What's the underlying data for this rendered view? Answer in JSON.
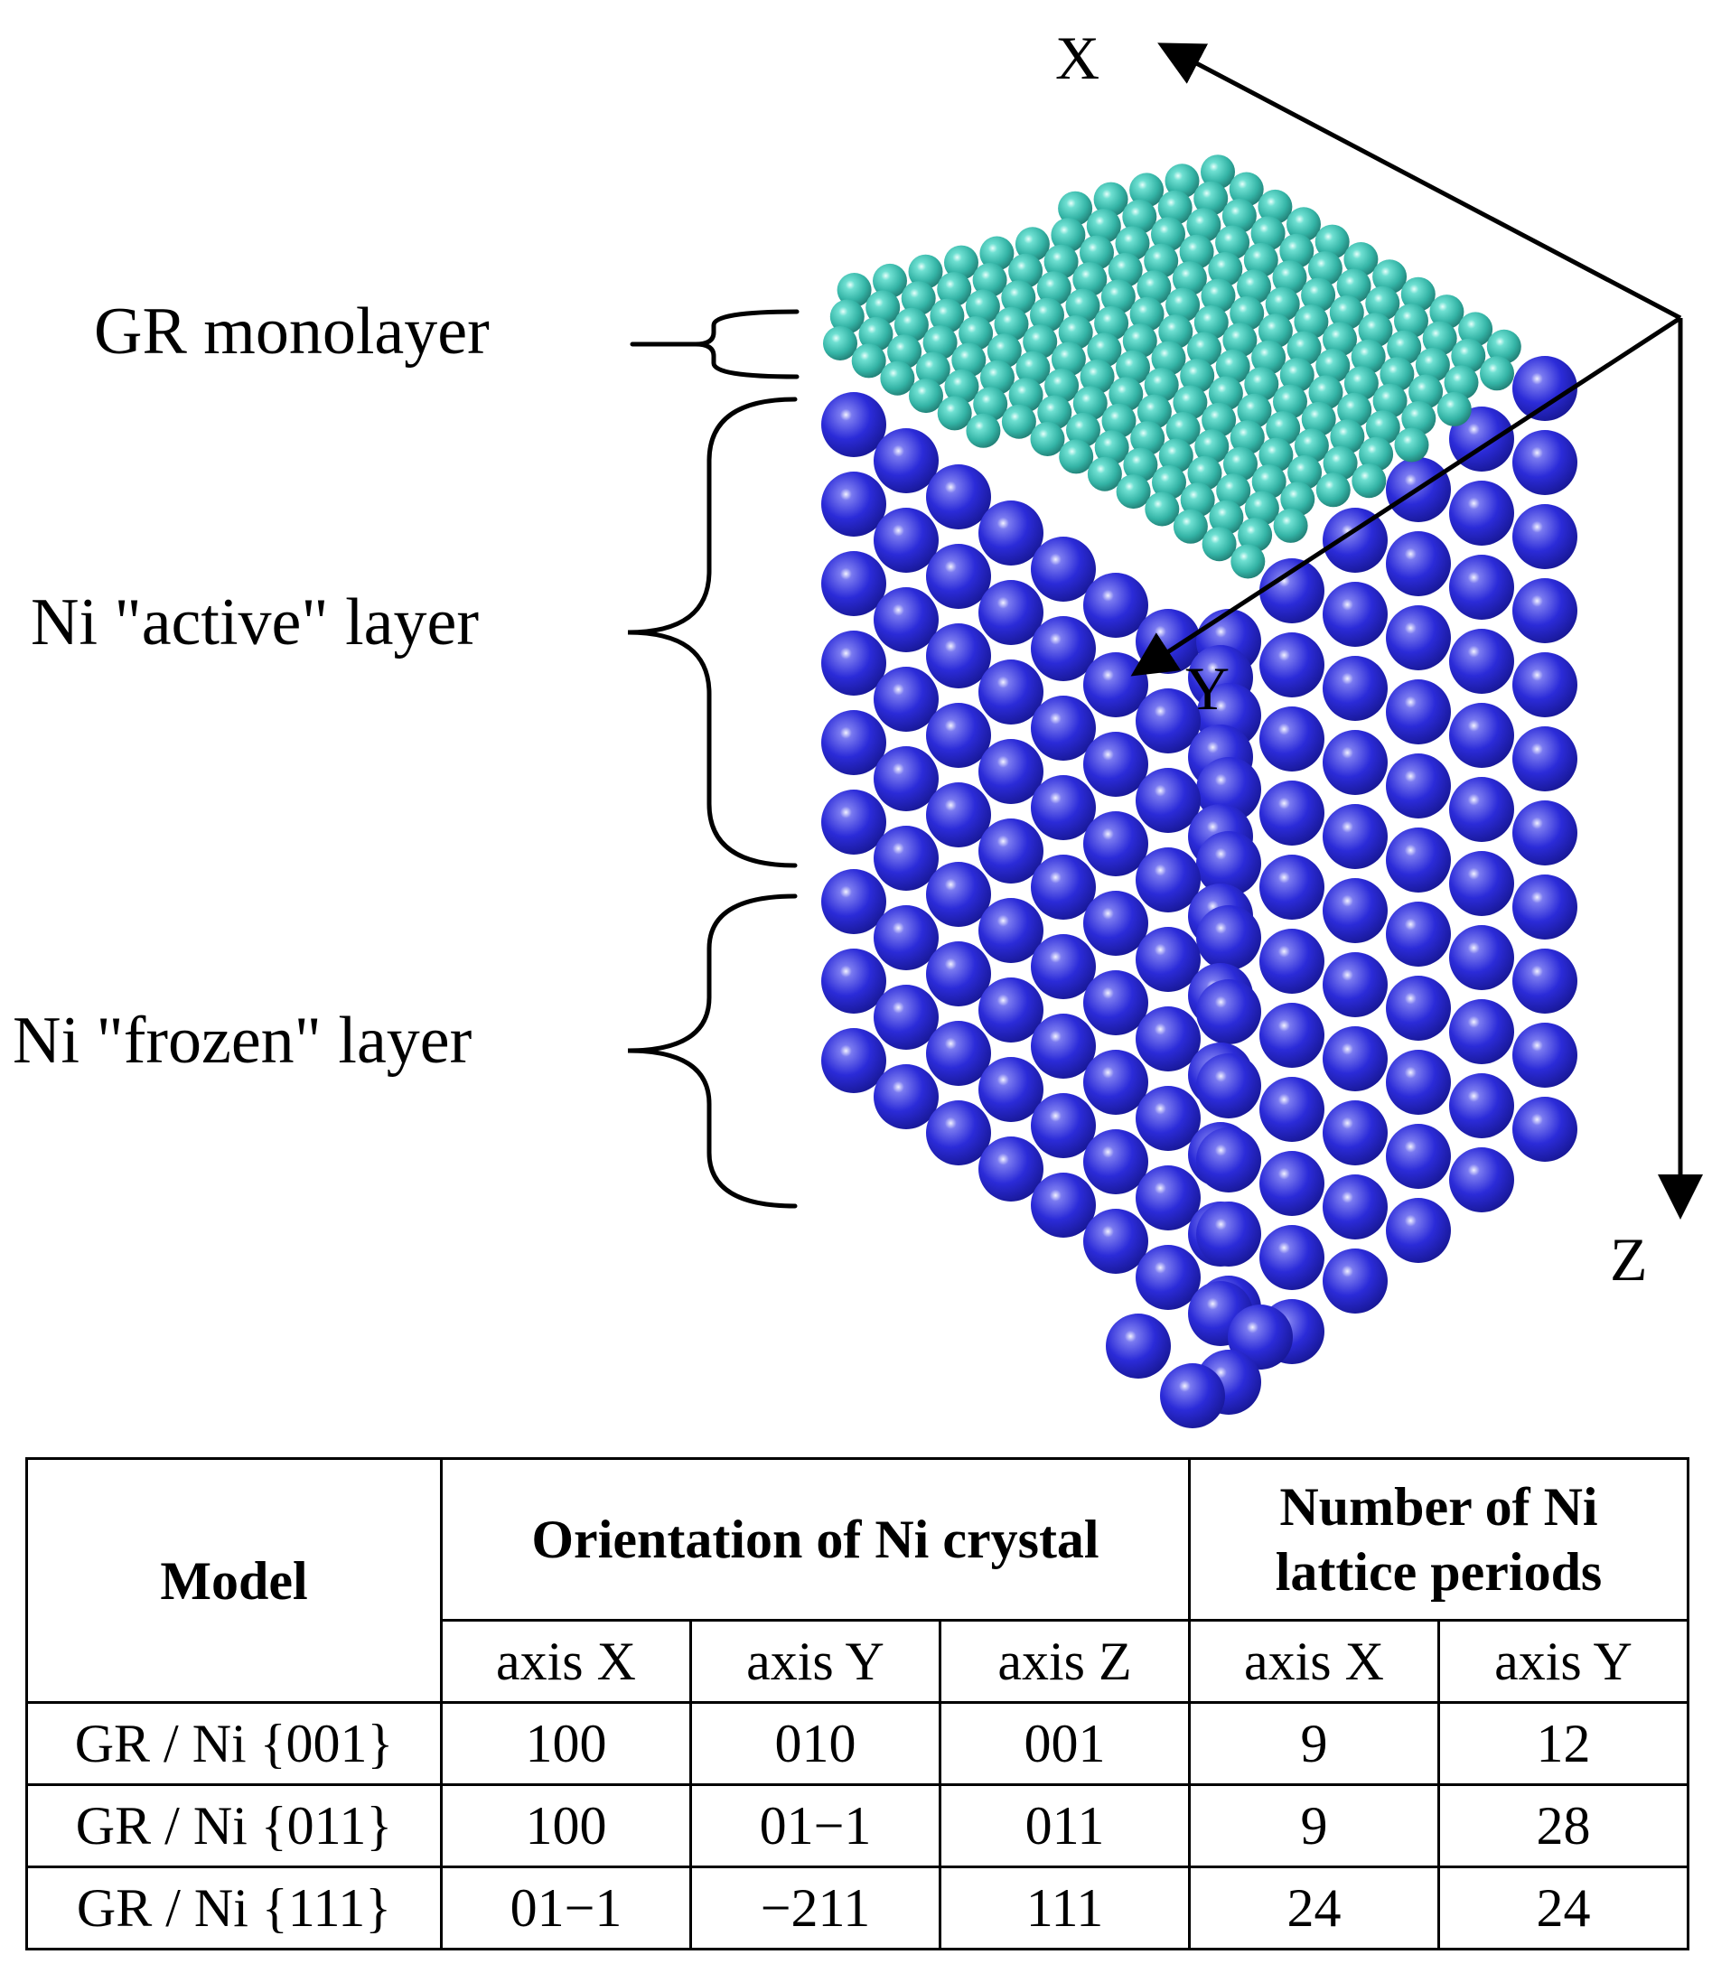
{
  "labels": {
    "gr_monolayer": "GR monolayer",
    "ni_active": "Ni \"active\" layer",
    "ni_frozen": "Ni \"frozen\" layer"
  },
  "axes": {
    "x": "X",
    "y": "Y",
    "z": "Z"
  },
  "colors": {
    "ni_atom": "#2a2ad6",
    "gr_atom": "#3fbfb0",
    "ink": "#000000"
  },
  "table": {
    "model_header": "Model",
    "orientation_header": "Orientation of Ni crystal",
    "periods_header": "Number of Ni lattice periods",
    "sub_headers": [
      "axis X",
      "axis Y",
      "axis Z",
      "axis X",
      "axis Y"
    ],
    "rows": [
      {
        "model": "GR / Ni {001}",
        "ox": "100",
        "oy": "010",
        "oz": "001",
        "px": "9",
        "py": "12"
      },
      {
        "model": "GR / Ni {011}",
        "ox": "100",
        "oy": "01−1",
        "oz": "011",
        "px": "9",
        "py": "28"
      },
      {
        "model": "GR / Ni {111}",
        "ox": "01−1",
        "oy": "−211",
        "oz": "111",
        "px": "24",
        "py": "24"
      }
    ]
  }
}
